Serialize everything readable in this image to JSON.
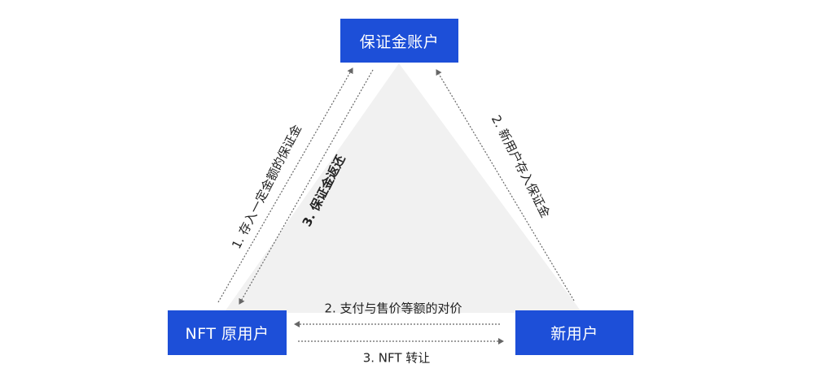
{
  "nodes": {
    "deposit_account": "保证金账户",
    "original_user": "NFT 原用户",
    "new_user": "新用户"
  },
  "edges": {
    "deposit_fixed": "1. 存入一定金额的保证金",
    "deposit_return": "3. 保证金返还",
    "new_user_deposit": "2. 新用户存入保证金",
    "pay_equal": "2. 支付与售价等额的对价",
    "nft_transfer": "3. NFT 转让"
  },
  "colors": {
    "node_fill": "#1d4fd8",
    "node_text": "#ffffff",
    "triangle_fill": "#f1f1f1",
    "arrow": "#666666",
    "label_text": "#222222"
  }
}
